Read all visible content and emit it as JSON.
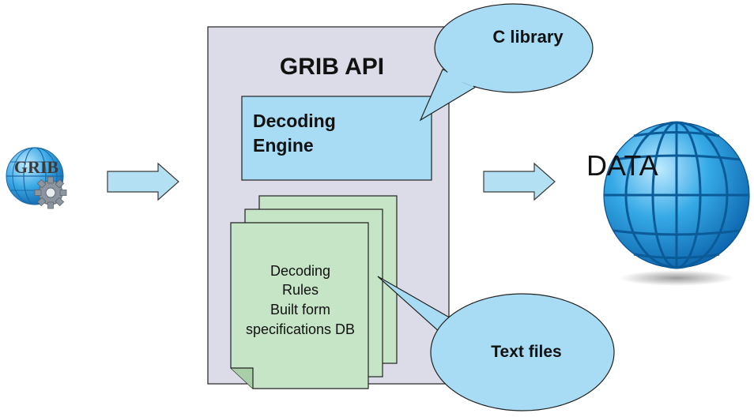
{
  "diagram": {
    "input_icon_label": "GRIB",
    "api_title": "GRIB API",
    "engine_label_line1": "Decoding",
    "engine_label_line2": "Engine",
    "rules_lines": [
      "Decoding",
      "Rules",
      "Built form",
      "specifications DB"
    ],
    "callout_library": "C library",
    "callout_text_files": "Text files",
    "output_label": "DATA"
  },
  "colors": {
    "api_panel": "#dcdce8",
    "engine_box": "#a8dcf4",
    "rules_page": "#c6e4c6",
    "arrow_fill": "#b4e0f4",
    "callout_fill": "#a8dcf4",
    "globe_blue": "#1e8fd2"
  },
  "icons": {
    "input": "grib-globe-gear-icon",
    "output": "data-globe-icon"
  }
}
